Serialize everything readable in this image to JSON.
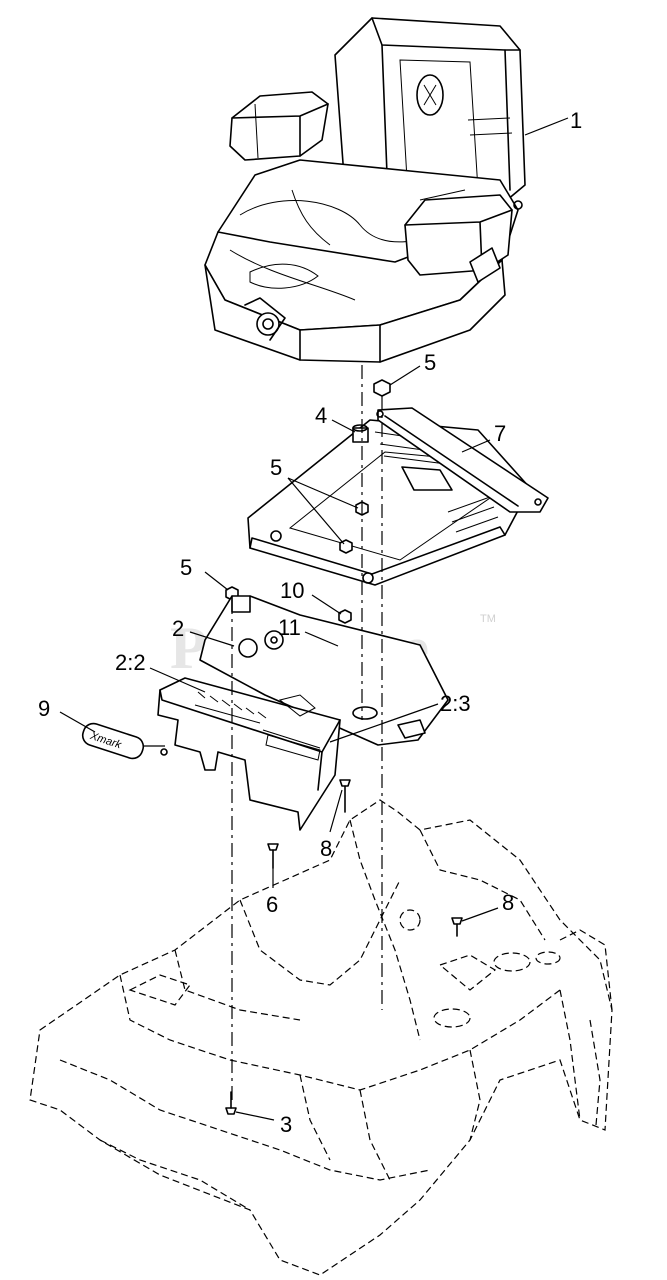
{
  "watermark": {
    "text": "PartsTree",
    "trademark": "TM"
  },
  "logo_badge": {
    "text": "Xmark"
  },
  "callouts": [
    {
      "id": "c-1",
      "label": "1"
    },
    {
      "id": "c-5a",
      "label": "5"
    },
    {
      "id": "c-4",
      "label": "4"
    },
    {
      "id": "c-7",
      "label": "7"
    },
    {
      "id": "c-5b",
      "label": "5"
    },
    {
      "id": "c-5c",
      "label": "5"
    },
    {
      "id": "c-10",
      "label": "10"
    },
    {
      "id": "c-11",
      "label": "11"
    },
    {
      "id": "c-2",
      "label": "2"
    },
    {
      "id": "c-22",
      "label": "2:2"
    },
    {
      "id": "c-9",
      "label": "9"
    },
    {
      "id": "c-23",
      "label": "2:3"
    },
    {
      "id": "c-8a",
      "label": "8"
    },
    {
      "id": "c-6",
      "label": "6"
    },
    {
      "id": "c-8b",
      "label": "8"
    },
    {
      "id": "c-3",
      "label": "3"
    }
  ]
}
